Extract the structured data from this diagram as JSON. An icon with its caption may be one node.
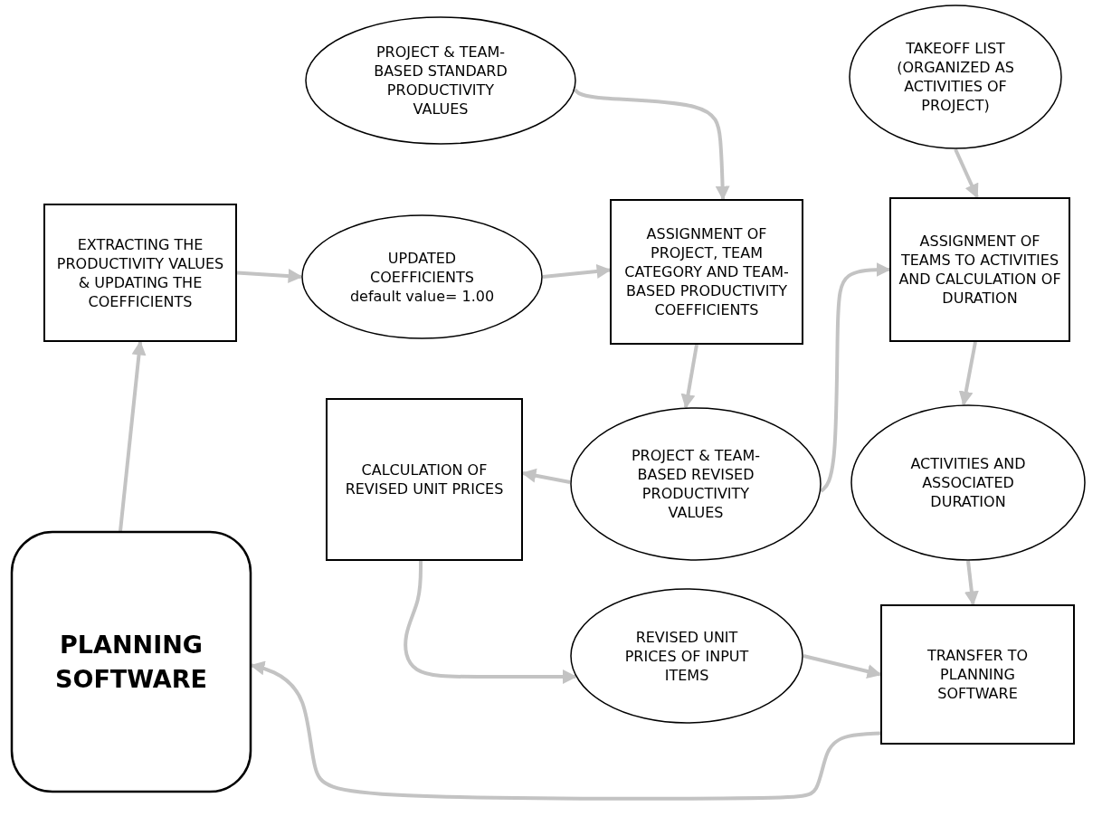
{
  "diagram": {
    "nodes": [
      {
        "text": [
          "PROJECT & TEAM-BASED STANDARD PRODUCTIVITY VALUES"
        ]
      },
      {
        "text": [
          "TAKEOFF LIST (ORGANIZED AS ACTIVITIES OF PROJECT)"
        ]
      },
      {
        "text": [
          "EXTRACTING THE PRODUCTIVITY VALUES & UPDATING THE COEFFICIENTS"
        ]
      },
      {
        "text": [
          "UPDATED COEFFICIENTS default value= 1.00"
        ]
      },
      {
        "text": [
          "ASSIGNMENT OF PROJECT, TEAM CATEGORY AND TEAM-BASED PRODUCTIVITY COEFFICIENTS"
        ]
      },
      {
        "text": [
          "ASSIGNMENT OF TEAMS TO ACTIVITIES AND CALCULATION OF DURATION"
        ]
      },
      {
        "text": [
          "CALCULATION OF REVISED UNIT PRICES"
        ]
      },
      {
        "text": [
          "PROJECT & TEAM-BASED REVISED PRODUCTIVITY VALUES"
        ]
      },
      {
        "text": [
          "ACTIVITIES AND ASSOCIATED DURATION"
        ]
      },
      {
        "text": [
          "PLANNING SOFTWARE"
        ]
      },
      {
        "text": [
          "REVISED UNIT PRICES OF INPUT ITEMS"
        ]
      },
      {
        "text": [
          "TRANSFER TO PLANNING SOFTWARE"
        ]
      }
    ],
    "edges": [
      {
        "from": 0,
        "to": 4,
        "arrow": "to"
      },
      {
        "from": 1,
        "to": 5,
        "arrow": "to"
      },
      {
        "from": 2,
        "to": 3,
        "arrow": "to"
      },
      {
        "from": 3,
        "to": 4,
        "arrow": "to"
      },
      {
        "from": 4,
        "to": 7,
        "arrow": "to"
      },
      {
        "from": 7,
        "to": 6,
        "arrow": "to"
      },
      {
        "from": 7,
        "to": 5,
        "arrow": "to"
      },
      {
        "from": 5,
        "to": 8,
        "arrow": "to"
      },
      {
        "from": 8,
        "to": 11,
        "arrow": "to"
      },
      {
        "from": 6,
        "to": 10,
        "arrow": "to"
      },
      {
        "from": 10,
        "to": 11,
        "arrow": "to"
      },
      {
        "from": 11,
        "to": 9,
        "arrow": "to"
      },
      {
        "from": 9,
        "to": 2,
        "arrow": "to"
      }
    ]
  }
}
